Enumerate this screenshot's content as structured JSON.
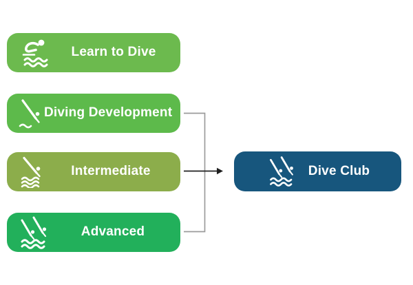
{
  "diagram": {
    "background_color": "#FFFFFF",
    "nodes": [
      {
        "id": "learn-to-dive",
        "label": "Learn to Dive",
        "color": "#6CBA4E",
        "text_color": "#FFFFFF",
        "icon": "crouch-diver-icon"
      },
      {
        "id": "diving-development",
        "label": "Diving Development",
        "color": "#5DBA4B",
        "text_color": "#FFFFFF",
        "icon": "diver-entry-icon"
      },
      {
        "id": "intermediate",
        "label": "Intermediate",
        "color": "#8CAD4B",
        "text_color": "#FFFFFF",
        "icon": "diver-waves-icon"
      },
      {
        "id": "advanced",
        "label": "Advanced",
        "color": "#22B05B",
        "text_color": "#FFFFFF",
        "icon": "double-divers-icon"
      },
      {
        "id": "dive-club",
        "label": "Dive Club",
        "color": "#17567D",
        "text_color": "#FFFFFF",
        "icon": "double-divers-icon"
      }
    ],
    "connections": [
      {
        "from": "diving-development",
        "to": "dive-club",
        "style": "bracket-line"
      },
      {
        "from": "intermediate",
        "to": "dive-club",
        "style": "arrow"
      },
      {
        "from": "advanced",
        "to": "dive-club",
        "style": "bracket-line"
      }
    ],
    "connector_colors": {
      "bracket_line": "#9B9B9B",
      "arrow": "#1F1F1F"
    },
    "icon_color": "#FFFFFF"
  }
}
